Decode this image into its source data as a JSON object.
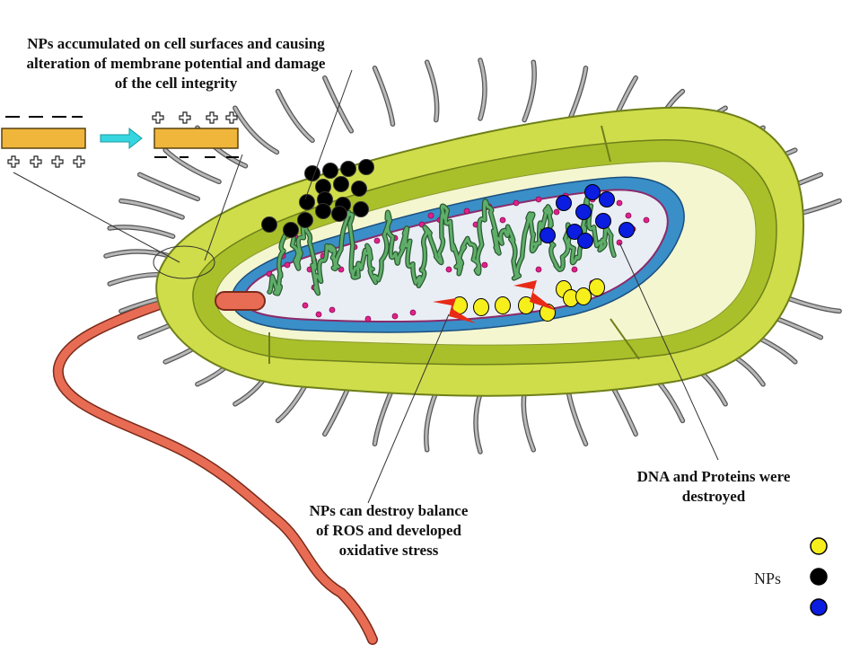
{
  "labels": {
    "surface": {
      "line1": "NPs accumulated on cell surfaces and causing",
      "line2": "alteration of membrane  potential and damage",
      "line3": "of the cell integrity"
    },
    "ros": {
      "line1": "NPs can destroy balance",
      "line2": "of ROS and developed",
      "line3": "oxidative stress"
    },
    "dna": {
      "line1": "DNA and Proteins were",
      "line2": "destroyed"
    }
  },
  "legend": {
    "label": "NPs",
    "items": [
      {
        "icon": "yellow-np-icon",
        "color": "#f6ef1c"
      },
      {
        "icon": "black-np-icon",
        "color": "#000000"
      },
      {
        "icon": "blue-np-icon",
        "color": "#0a1de0"
      }
    ]
  },
  "colors": {
    "outer_capsule": "#cfdd4a",
    "cell_wall": "#a9c02a",
    "periplasm": "#f4f6cf",
    "membrane": "#3a8fc8",
    "cytoplasm": "#e9eef5",
    "dna": "#3e8a4c",
    "ribosome": "#e0228a",
    "pili": "#9a9a9a",
    "flagellum": "#e06a50",
    "membrane_bar": "#f0b63b",
    "arrow": "#35d6e0",
    "ros_spark": "#e82a16",
    "black_np": "#000000",
    "blue_np": "#0a1de0",
    "yellow_np": "#f6ef1c"
  }
}
